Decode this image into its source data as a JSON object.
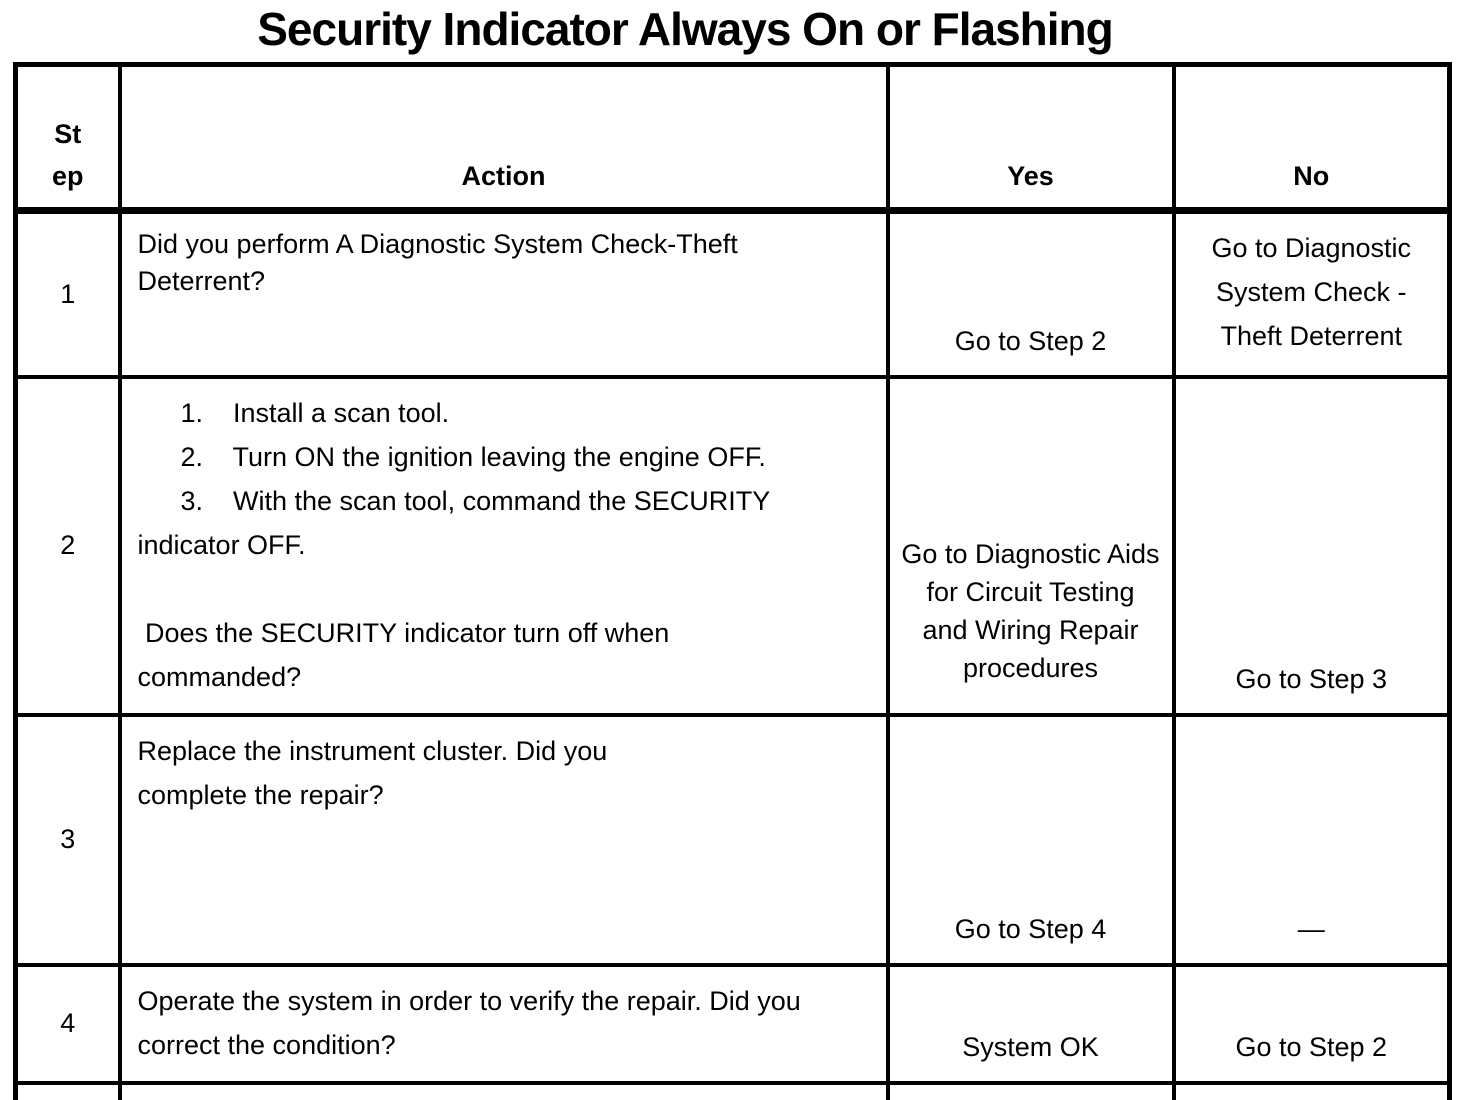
{
  "colors": {
    "ink": "#000000",
    "paper": "#ffffff"
  },
  "title": "Security Indicator Always On or Flashing",
  "table": {
    "header": {
      "step": "St\nep",
      "action": "Action",
      "yes": "Yes",
      "no": "No"
    },
    "rows": [
      {
        "step": "1",
        "action_lines": [
          "Did you perform A Diagnostic System Check-Theft",
          "Deterrent?"
        ],
        "yes_lines": [
          "Go to Step 2"
        ],
        "no_lines": [
          "Go to Diagnostic",
          "System Check -",
          "Theft Deterrent"
        ]
      },
      {
        "step": "2",
        "action_lines": [
          "1.    Install a scan tool.",
          "2.    Turn ON the ignition leaving the engine OFF.",
          "3.    With the scan tool, command the SECURITY",
          "indicator OFF.",
          "",
          " Does the SECURITY indicator turn off when",
          "commanded?"
        ],
        "yes_lines": [
          "Go to Diagnostic Aids",
          "for Circuit Testing",
          "and Wiring Repair",
          "procedures"
        ],
        "no_lines": [
          "Go to Step 3"
        ]
      },
      {
        "step": "3",
        "action_lines": [
          "Replace the instrument cluster. Did you",
          "complete the repair?"
        ],
        "yes_lines": [
          "Go to Step 4"
        ],
        "no_lines": [
          "—"
        ]
      },
      {
        "step": "4",
        "action_lines": [
          "Operate the system in order to verify the repair. Did you",
          "correct the condition?"
        ],
        "yes_lines": [
          "System OK"
        ],
        "no_lines": [
          "Go to Step 2"
        ]
      }
    ]
  }
}
